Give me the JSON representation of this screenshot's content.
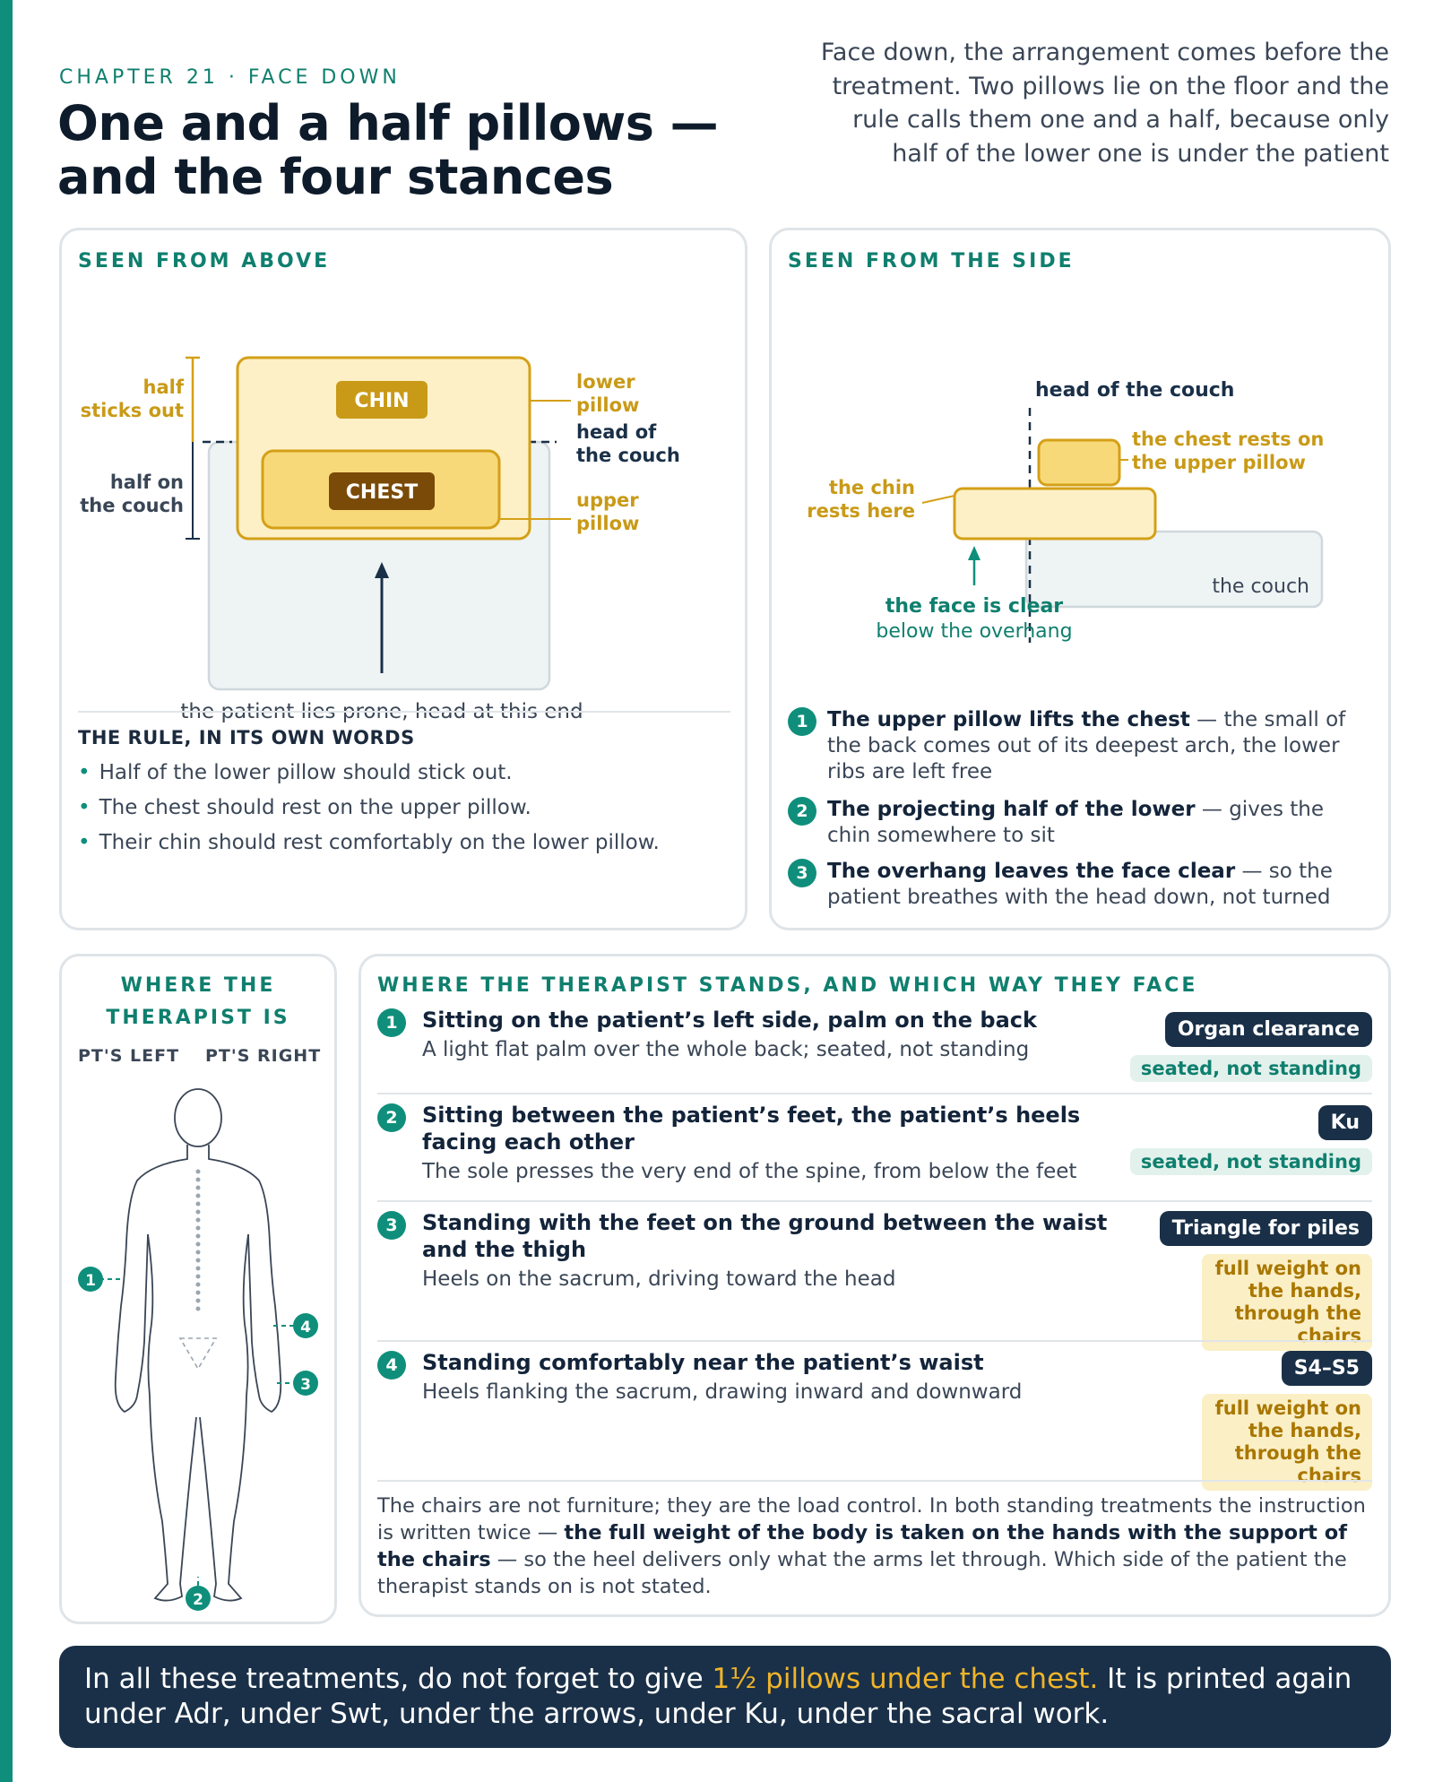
{
  "header": {
    "chapter": "CHAPTER 21 · FACE DOWN",
    "title": "One and a half pillows — and the four stances",
    "intro": "Face down, the arrangement comes before the treatment. Two pillows lie on the floor and the rule calls them one and a half, because only half of the lower one is under the patient"
  },
  "colors": {
    "accent": "#0f8f7b",
    "navy": "#1a3048",
    "gold": "#c99a17",
    "pillow_fill": "#fdf0c6"
  },
  "above": {
    "label": "SEEN FROM ABOVE",
    "half_out": [
      "half",
      "sticks out"
    ],
    "half_on": [
      "half on",
      "the couch"
    ],
    "chin": "CHIN",
    "chest": "CHEST",
    "lower_pillow": [
      "lower",
      "pillow"
    ],
    "head_couch": [
      "head of",
      "the couch"
    ],
    "upper_pillow": [
      "upper",
      "pillow"
    ],
    "patient": "the patient lies prone, head at this end",
    "rule_head": "THE RULE, IN ITS OWN WORDS",
    "rules": [
      "Half of the lower pillow should stick out.",
      "The chest should rest on the upper pillow.",
      "Their chin should rest comfortably on the lower pillow."
    ]
  },
  "side": {
    "label": "SEEN FROM THE SIDE",
    "head_couch": "head of the couch",
    "chest_rests": [
      "the chest rests on",
      "the upper pillow"
    ],
    "chin_rests": [
      "the chin",
      "rests here"
    ],
    "couch": "the couch",
    "face_clear": "the face is clear",
    "below": "below the overhang",
    "notes": [
      {
        "num": "1",
        "bold": "The upper pillow lifts the chest",
        "rest": " — the small of the back comes out of its deepest arch, the lower ribs are left free"
      },
      {
        "num": "2",
        "bold": "The projecting half of the lower",
        "rest": " — gives the chin somewhere to sit"
      },
      {
        "num": "3",
        "bold": "The overhang leaves the face clear",
        "rest": " — so the patient breathes with the head down, not turned"
      }
    ]
  },
  "where": {
    "label": [
      "WHERE THE",
      "THERAPIST IS"
    ],
    "left": "PT'S LEFT",
    "right": "PT'S RIGHT",
    "markers": [
      "1",
      "2",
      "3",
      "4"
    ]
  },
  "stances": {
    "label": "WHERE THE THERAPIST STANDS, AND WHICH WAY THEY FACE",
    "items": [
      {
        "num": "1",
        "title": "Sitting on the patient’s left side, palm on the back",
        "sub": "A light flat palm over the whole back; seated, not standing",
        "tag": "Organ clearance",
        "note": "seated, not standing"
      },
      {
        "num": "2",
        "title": "Sitting between the patient’s feet, the patient’s heels facing each other",
        "sub": "The sole presses the very end of the spine, from below the feet",
        "tag": "Ku",
        "note": "seated, not standing"
      },
      {
        "num": "3",
        "title": "Standing with the feet on the ground between the waist and the thigh",
        "sub": "Heels on the sacrum, driving toward the head",
        "tag": "Triangle for piles",
        "note": "full weight on the hands, through the chairs"
      },
      {
        "num": "4",
        "title": "Standing comfortably near the patient’s waist",
        "sub": "Heels flanking the sacrum, drawing inward and downward",
        "tag": "S4–S5",
        "note": "full weight on the hands, through the chairs"
      }
    ],
    "note_a": "The chairs are not furniture; they are the load control. In both standing treatments the instruction is written twice — ",
    "note_b": "the full weight of the body is taken on the hands with the support of the chairs",
    "note_c": " — so the heel delivers only what the arms let through. Which side of the patient the therapist stands on is not stated."
  },
  "footer": {
    "a": "In all these treatments, do not forget to give ",
    "b": "1½ pillows under the chest.",
    "c": " It is printed again under Adr, under Swt, under the arrows, under Ku, under the sacral work."
  }
}
